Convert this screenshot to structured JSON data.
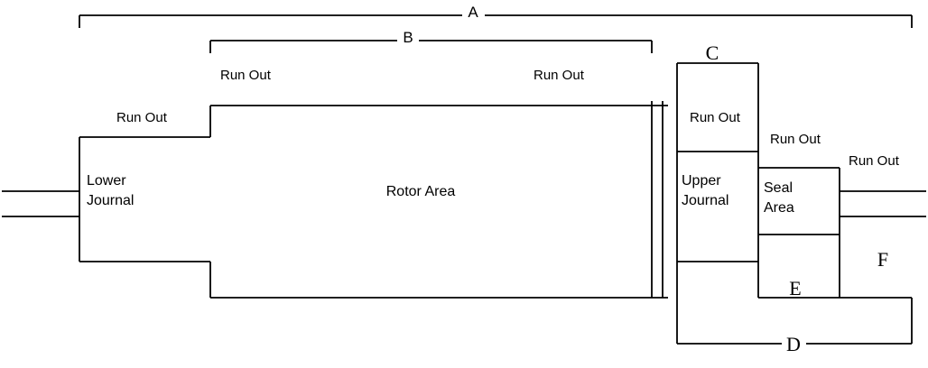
{
  "diagram": {
    "background_color": "#ffffff",
    "line_color": "#000000",
    "dimension_labels": {
      "a": "A",
      "b": "B",
      "c": "C",
      "d": "D",
      "e": "E",
      "f": "F"
    },
    "area_labels": {
      "lower_journal_line1": "Lower",
      "lower_journal_line2": "Journal",
      "rotor_area": "Rotor Area",
      "upper_journal_line1": "Upper",
      "upper_journal_line2": "Journal",
      "seal_area_line1": "Seal",
      "seal_area_line2": "Area"
    },
    "runout_labels": {
      "lower_journal": "Run Out",
      "rotor_left": "Run Out",
      "rotor_right": "Run Out",
      "upper_journal": "Run Out",
      "seal_area": "Run Out",
      "shaft_right": "Run Out"
    }
  }
}
